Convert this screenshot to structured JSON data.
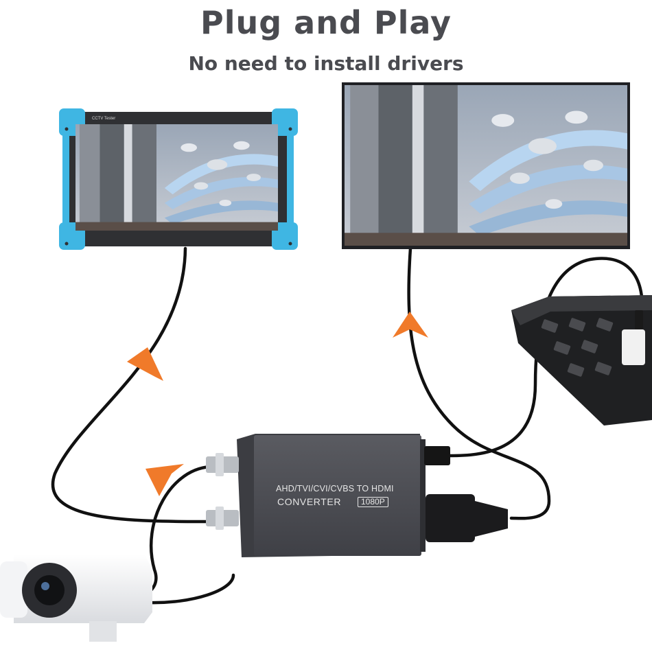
{
  "header": {
    "title": "Plug and Play",
    "subtitle": "No need to install drivers"
  },
  "converter": {
    "label_line1": "AHD/TVI/CVI/CVBS TO HDMI",
    "label_line2": "CONVERTER",
    "resolution_badge": "1080P"
  },
  "tester": {
    "brand": "CCTV Tester"
  },
  "colors": {
    "text": "#4a4b50",
    "arrow": "#f07a2a",
    "tester_frame": "#3fb6e3",
    "converter_body": "#4b4c52",
    "cable": "#111111"
  },
  "icons": [
    "cctv-tester-device",
    "monitor-display",
    "power-strip",
    "bullet-camera",
    "converter-box",
    "flow-arrow"
  ]
}
